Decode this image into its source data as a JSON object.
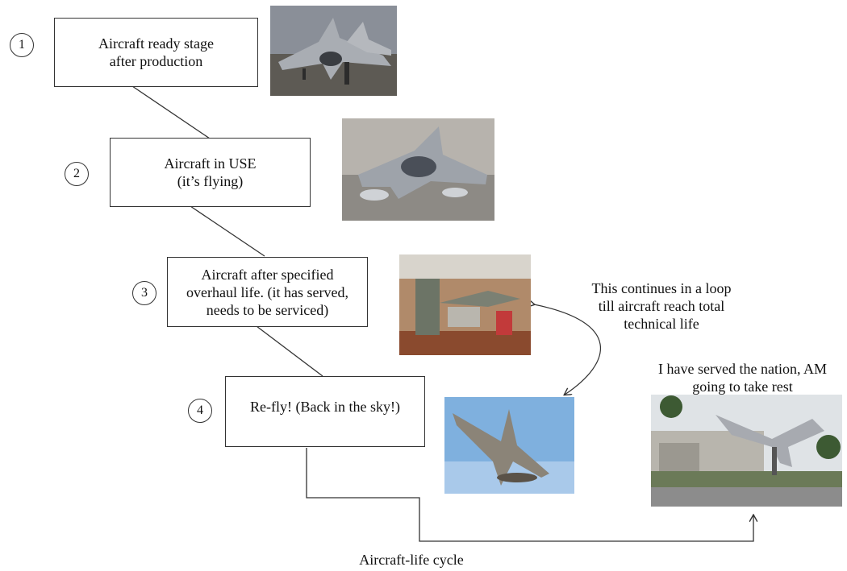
{
  "stages": [
    {
      "number": "1",
      "text": "Aircraft ready stage\nafter production",
      "photo_icon": "parked-jet-photo"
    },
    {
      "number": "2",
      "text": "Aircraft in USE\n(it’s flying)",
      "photo_icon": "flying-jet-photo"
    },
    {
      "number": "3",
      "text": "Aircraft after specified\noverhaul life. (it has served,\nneeds to be serviced)",
      "photo_icon": "hangar-service-photo"
    },
    {
      "number": "4",
      "text": "Re-fly! (Back in the sky!)",
      "photo_icon": "refly-jet-photo"
    }
  ],
  "loop_note": "This continues in a loop\ntill aircraft reach total\ntechnical life",
  "retire_note": "I have served the nation, AM\ngoing to take rest",
  "retire_photo_icon": "museum-jet-photo",
  "caption": "Aircraft-life cycle",
  "colors": {
    "line": "#333333",
    "sky": "#7fb0de",
    "ground": "#6b7a58"
  }
}
